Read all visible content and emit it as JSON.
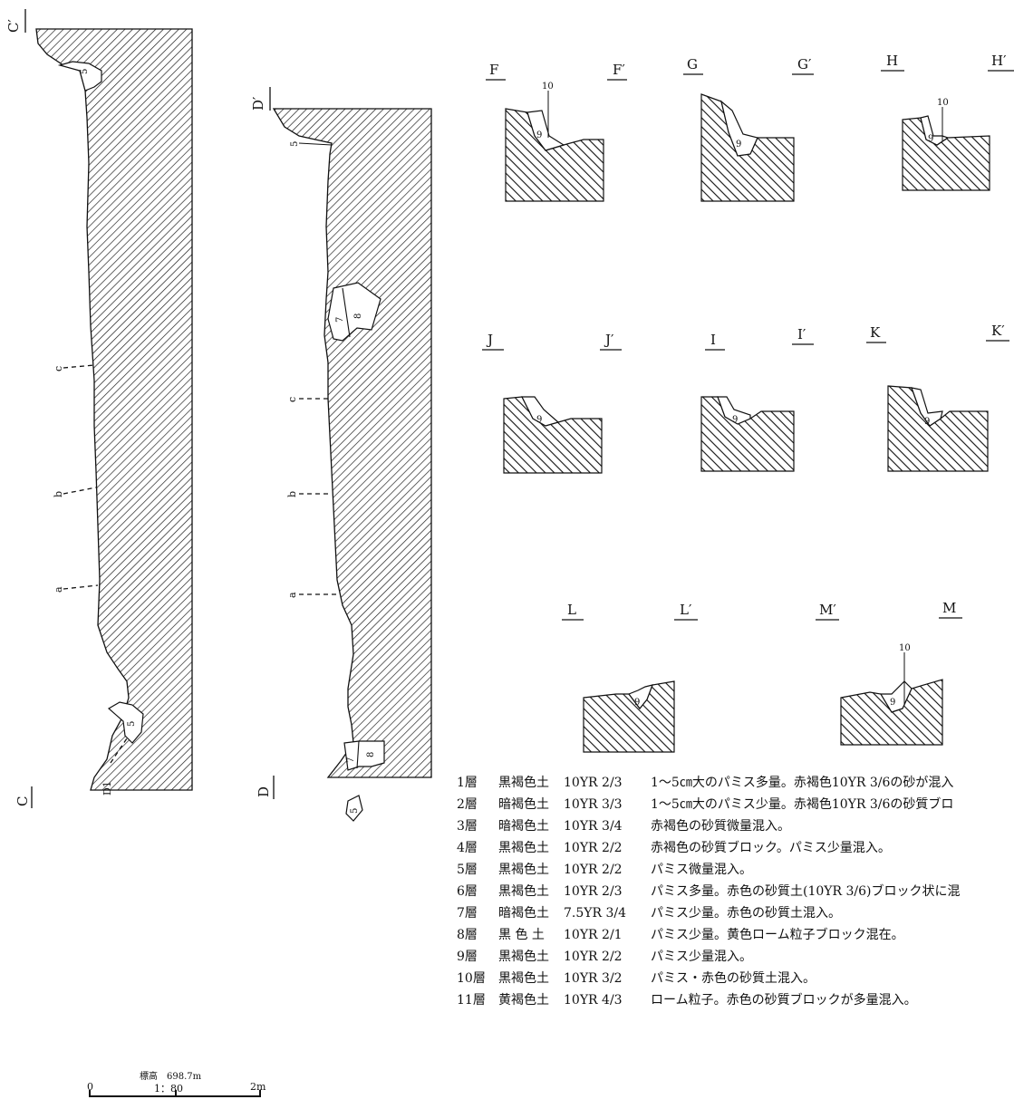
{
  "sections": {
    "c_top": "C′",
    "c_bottom": "C",
    "d_top": "D′",
    "d_bottom": "D",
    "f": "F",
    "f_p": "F′",
    "g": "G",
    "g_p": "G′",
    "h": "H",
    "h_p": "H′",
    "j": "J",
    "j_p": "J′",
    "i": "I",
    "i_p": "I′",
    "k": "K",
    "k_p": "K′",
    "l": "L",
    "l_p": "L′",
    "m_p": "M′",
    "m": "M"
  },
  "markers": {
    "a": "a",
    "b": "b",
    "c": "c",
    "d1": "D1",
    "n5": "5",
    "n7": "7",
    "n8": "8",
    "n9": "9",
    "n10": "10"
  },
  "legend": [
    {
      "layer": "1層",
      "name": "黒褐色土",
      "code": "10YR 2/3",
      "desc": "1～5㎝大のパミス多量。赤褐色10YR 3/6の砂が混入"
    },
    {
      "layer": "2層",
      "name": "暗褐色土",
      "code": "10YR 3/3",
      "desc": "1～5㎝大のパミス少量。赤褐色10YR 3/6の砂質ブロ"
    },
    {
      "layer": "3層",
      "name": "暗褐色土",
      "code": "10YR 3/4",
      "desc": "赤褐色の砂質微量混入。"
    },
    {
      "layer": "4層",
      "name": "黒褐色土",
      "code": "10YR 2/2",
      "desc": "赤褐色の砂質ブロック。パミス少量混入。"
    },
    {
      "layer": "5層",
      "name": "黒褐色土",
      "code": "10YR 2/2",
      "desc": "パミス微量混入。"
    },
    {
      "layer": "6層",
      "name": "黒褐色土",
      "code": "10YR 2/3",
      "desc": "パミス多量。赤色の砂質土(10YR 3/6)ブロック状に混"
    },
    {
      "layer": "7層",
      "name": "暗褐色土",
      "code": "7.5YR 3/4",
      "desc": "パミス少量。赤色の砂質土混入。"
    },
    {
      "layer": "8層",
      "name": "黒 色 土",
      "code": "10YR 2/1",
      "desc": "パミス少量。黄色ローム粒子ブロック混在。"
    },
    {
      "layer": "9層",
      "name": "黒褐色土",
      "code": "10YR 2/2",
      "desc": "パミス少量混入。"
    },
    {
      "layer": "10層",
      "name": "黒褐色土",
      "code": "10YR 3/2",
      "desc": "パミス・赤色の砂質土混入。"
    },
    {
      "layer": "11層",
      "name": "黄褐色土",
      "code": "10YR 4/3",
      "desc": "ローム粒子。赤色の砂質ブロックが多量混入。"
    }
  ],
  "scale": {
    "elevation": "標高　698.7m",
    "zero": "0",
    "ratio": "1：80",
    "two": "2m"
  }
}
